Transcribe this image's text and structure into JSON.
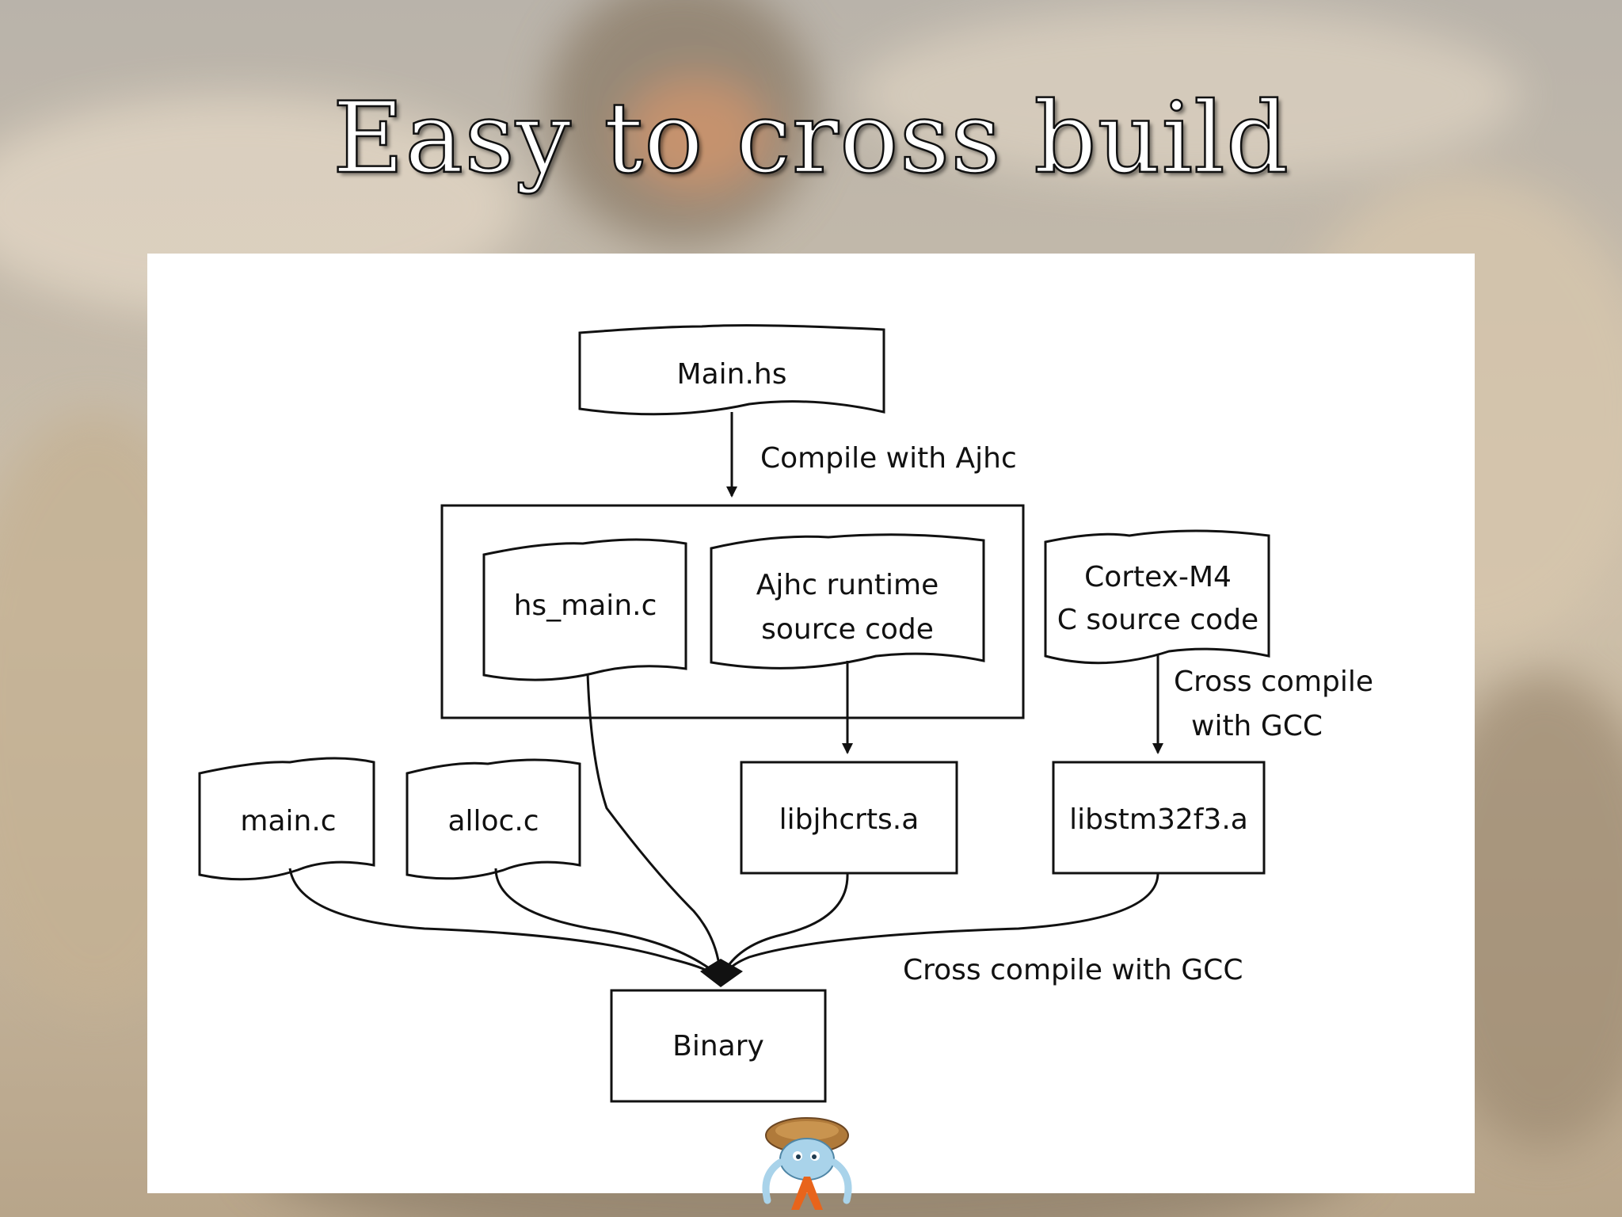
{
  "slide": {
    "title": "Easy to cross build"
  },
  "diagram": {
    "nodes": {
      "main_hs": "Main.hs",
      "hs_main_c": "hs_main.c",
      "ajhc_runtime": [
        "Ajhc runtime",
        "source code"
      ],
      "cortex_src": [
        "Cortex-M4",
        "C source code"
      ],
      "main_c": "main.c",
      "alloc_c": "alloc.c",
      "libjhcrts": "libjhcrts.a",
      "libstm32": "libstm32f3.a",
      "binary": "Binary"
    },
    "edges": {
      "compile_ajhc": "Compile with Ajhc",
      "cross_compile": [
        "Cross compile",
        "with GCC"
      ],
      "cross_compile_gcc": "Cross compile with GCC"
    }
  },
  "colors": {
    "background": "#cbbfae",
    "panel": "#ffffff",
    "ink": "#111111",
    "mascot_shell": "#b07a3a",
    "mascot_body": "#a9d3ea",
    "mascot_lambda": "#e8641b"
  },
  "icons": {
    "mascot": "ajhc-crab-mascot-icon"
  }
}
